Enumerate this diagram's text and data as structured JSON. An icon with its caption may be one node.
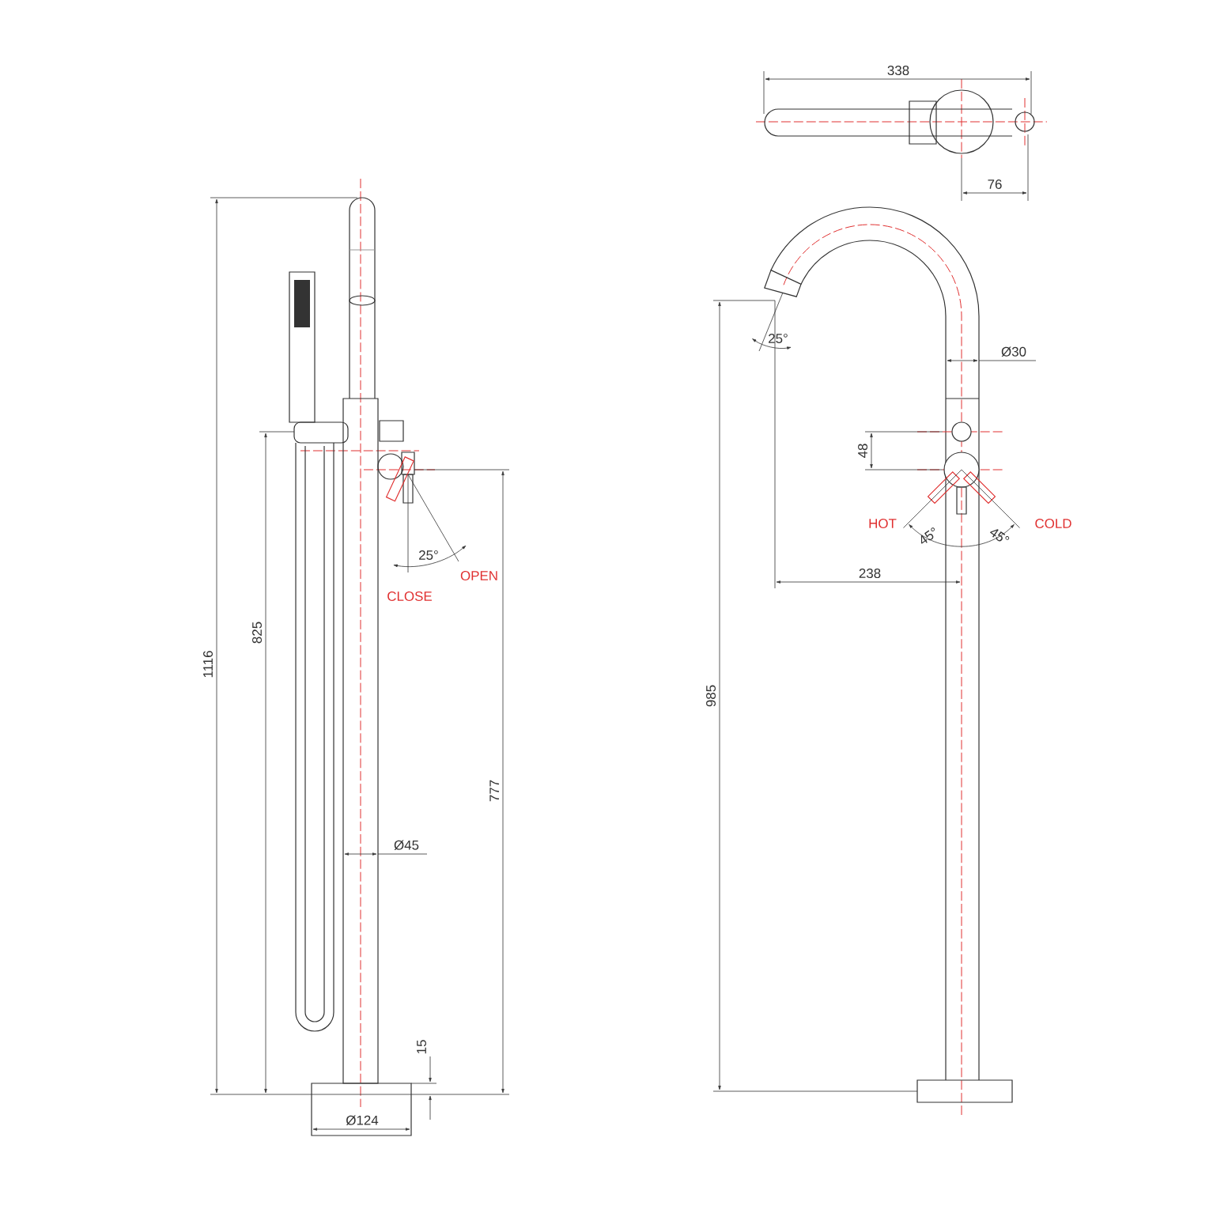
{
  "diagram": {
    "labels": [
      "338",
      "76",
      "25°",
      "Ø30",
      "48",
      "HOT",
      "COLD",
      "45°",
      "45°",
      "238",
      "1116",
      "825",
      "25°",
      "OPEN",
      "CLOSE",
      "777",
      "985",
      "Ø45",
      "15",
      "Ø124"
    ]
  }
}
